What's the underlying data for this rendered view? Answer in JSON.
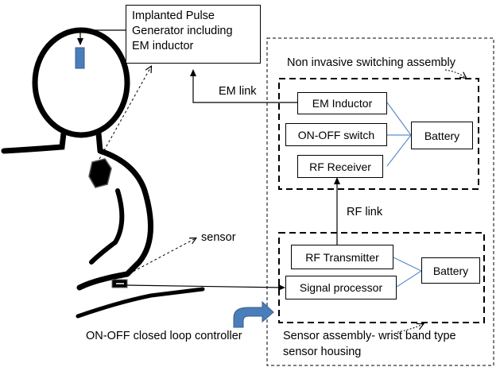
{
  "ipg": {
    "lines": [
      "Implanted Pulse",
      "Generator including",
      "EM inductor"
    ]
  },
  "switching_assembly": {
    "title": "Non invasive switching assembly",
    "em_inductor": "EM Inductor",
    "on_off_switch": "ON-OFF switch",
    "rf_receiver": "RF Receiver",
    "battery": "Battery"
  },
  "sensor_assembly": {
    "rf_transmitter": "RF Transmitter",
    "signal_processor": "Signal processor",
    "battery": "Battery",
    "caption_line1": "Sensor assembly- wrist band type",
    "caption_line2": "sensor housing"
  },
  "links": {
    "em_link": "EM link",
    "rf_link": "RF link"
  },
  "labels": {
    "sensor": "sensor",
    "controller": "ON-OFF closed loop controller"
  },
  "colors": {
    "accent_blue": "#4a7ebb",
    "line": "#000000",
    "connector_blue": "#5b8fd0"
  }
}
